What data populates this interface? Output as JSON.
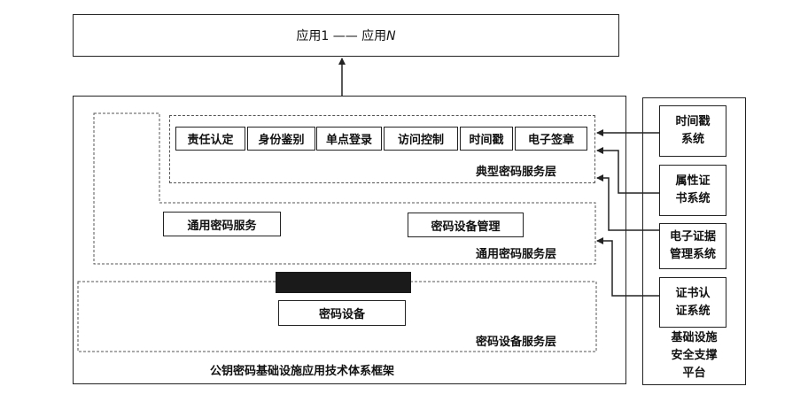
{
  "app_box": {
    "label_prefix": "应用1 —— 应用",
    "label_n": "N"
  },
  "framework": {
    "title": "公钥密码基础设施应用技术体系框架"
  },
  "typical_layer": {
    "title": "典型密码服务层",
    "services": [
      "责任认定",
      "身份鉴别",
      "单点登录",
      "访问控制",
      "时间戳",
      "电子签章"
    ]
  },
  "general_layer": {
    "title": "通用密码服务层",
    "items": [
      "通用密码服务",
      "密码设备管理"
    ]
  },
  "device_layer": {
    "title": "密码设备服务层",
    "device": "密码设备"
  },
  "support_platform": {
    "title_lines": [
      "基础设施",
      "安全支撑",
      "平台"
    ],
    "systems": [
      [
        "时间戳",
        "系统"
      ],
      [
        "属性证",
        "书系统"
      ],
      [
        "电子证据",
        "管理系统"
      ],
      [
        "证书认",
        "证系统"
      ]
    ]
  },
  "colors": {
    "line": "#222222",
    "dash": "#555555",
    "dark_bar": "#1a1a1a"
  }
}
